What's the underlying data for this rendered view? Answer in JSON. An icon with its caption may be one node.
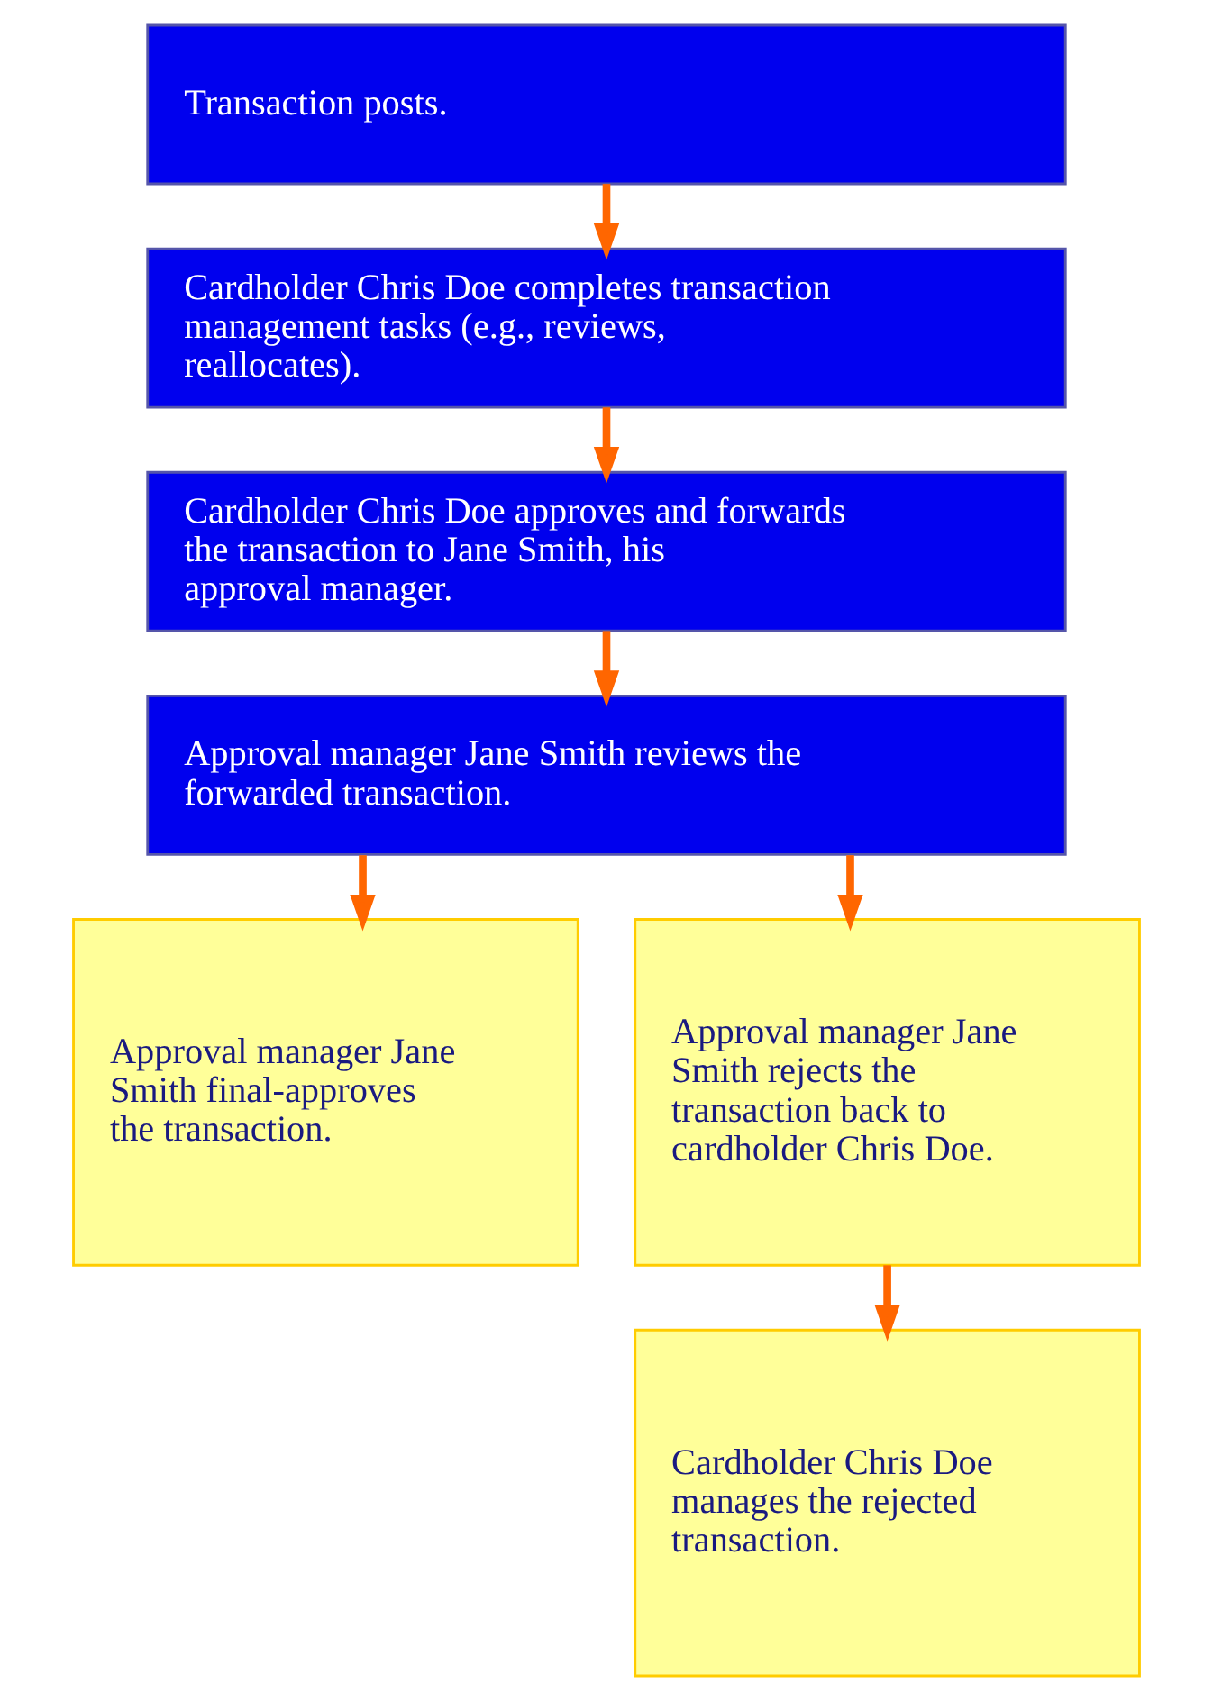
{
  "diagram": {
    "nodes": [
      {
        "text": [
          "Transaction posts."
        ]
      },
      {
        "text": [
          "Cardholder Chris Doe completes transaction management tasks (e.g., reviews, reallocates)."
        ]
      },
      {
        "text": [
          "Cardholder Chris Doe approves and forwards the transaction to Jane Smith, his approval manager."
        ]
      },
      {
        "text": [
          "Approval manager Jane Smith reviews the forwarded transaction."
        ]
      },
      {
        "text": [
          "Approval manager Jane Smith final-approves the transaction."
        ]
      },
      {
        "text": [
          "Approval manager Jane Smith rejects the transaction back to cardholder Chris Doe."
        ]
      },
      {
        "text": [
          "Cardholder Chris Doe manages the rejected transaction."
        ]
      }
    ],
    "edges": [
      {
        "from": 0,
        "to": 1,
        "arrow": "to"
      },
      {
        "from": 1,
        "to": 2,
        "arrow": "to"
      },
      {
        "from": 2,
        "to": 3,
        "arrow": "to"
      },
      {
        "from": 3,
        "to": 4,
        "arrow": "to"
      },
      {
        "from": 3,
        "to": 5,
        "arrow": "to"
      },
      {
        "from": 5,
        "to": 6,
        "arrow": "to"
      }
    ]
  }
}
